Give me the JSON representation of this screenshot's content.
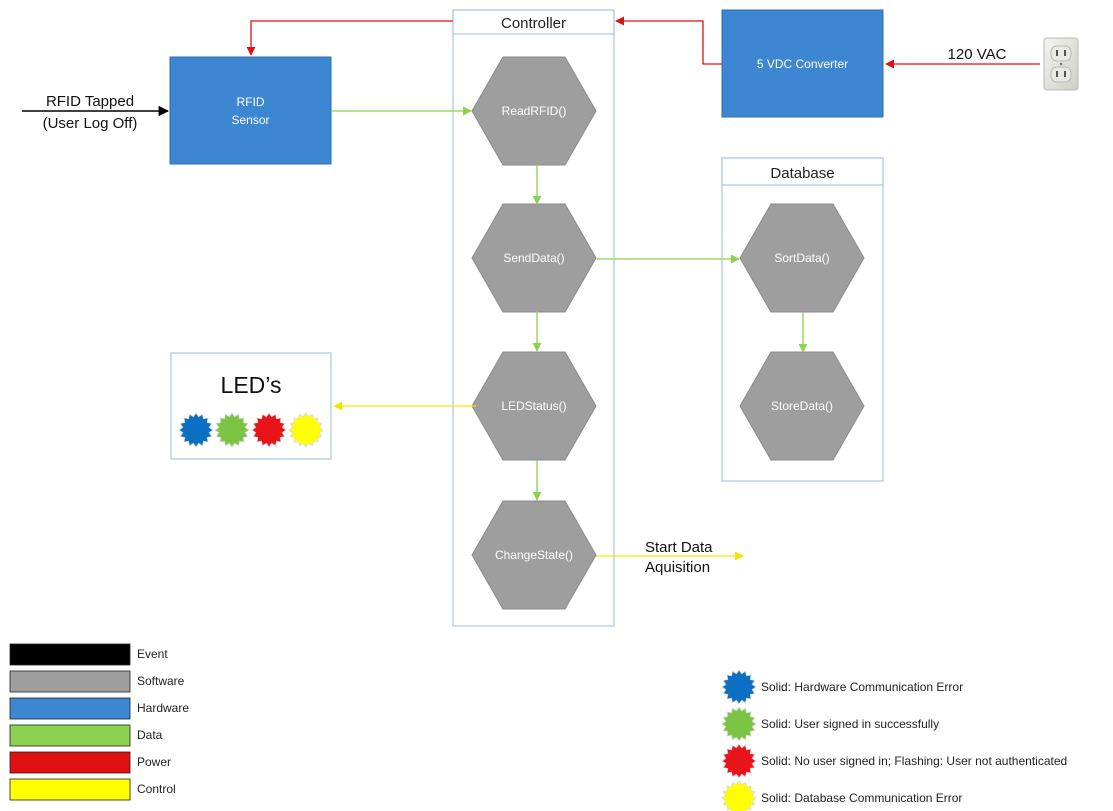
{
  "colors": {
    "hardware": "#3d86d1",
    "software": "#9e9e9e",
    "event": "#000000",
    "data": "#8cd14f",
    "power": "#e01010",
    "control": "#ffff00",
    "led_blue": "#0b6fc4",
    "led_green": "#7cc444",
    "led_red": "#e8141a",
    "led_yellow": "#ffff00"
  },
  "input_event": {
    "line1": "RFID Tapped",
    "line2": "(User Log Off)"
  },
  "rfid_sensor": {
    "line1": "RFID",
    "line2": "Sensor"
  },
  "controller": {
    "title": "Controller",
    "functions": [
      "ReadRFID()",
      "SendData()",
      "LEDStatus()",
      "ChangeState()"
    ]
  },
  "converter": {
    "label": "5 VDC Converter"
  },
  "power_input": {
    "label": "120 VAC",
    "icon": "power-outlet-icon"
  },
  "database": {
    "title": "Database",
    "functions": [
      "SortData()",
      "StoreData()"
    ]
  },
  "leds": {
    "title": "LED’s",
    "icon": "led-icon"
  },
  "output": {
    "line1": "Start Data",
    "line2": "Aquisition"
  },
  "legend": {
    "items": [
      "Event",
      "Software",
      "Hardware",
      "Data",
      "Power",
      "Control"
    ]
  },
  "led_legend": {
    "items": [
      "Solid: Hardware Communication Error",
      "Solid: User signed in successfully",
      "Solid: No user signed in; Flashing: User not authenticated",
      "Solid: Database Communication Error"
    ]
  }
}
